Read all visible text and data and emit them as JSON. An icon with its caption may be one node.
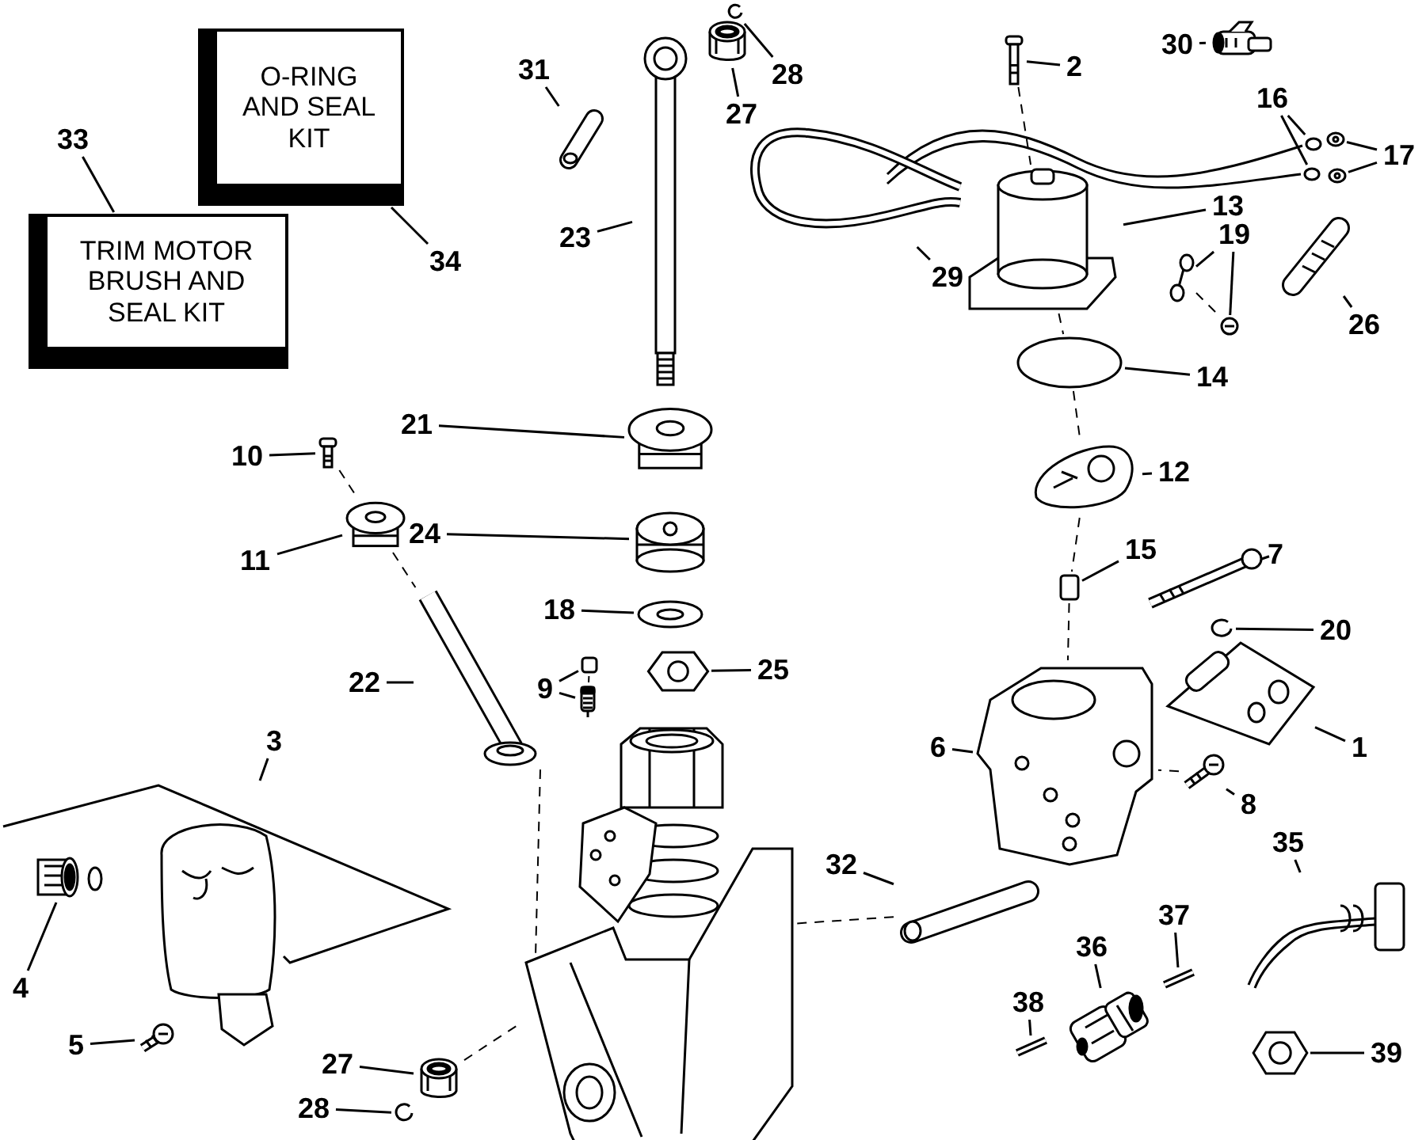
{
  "diagram": {
    "nodes": [
      {
        "text": [
          "O-RING AND SEAL KIT"
        ]
      },
      {
        "text": [
          "34"
        ]
      },
      {
        "text": [
          "33"
        ]
      },
      {
        "text": [
          "TRIM MOTOR BRUSH AND SEAL KIT"
        ]
      },
      {
        "text": [
          "31"
        ]
      },
      {
        "text": [],
        "shape": "picture"
      },
      {
        "text": [
          "23"
        ]
      },
      {
        "text": [],
        "shape": "picture"
      },
      {
        "text": [
          "27"
        ]
      },
      {
        "text": [],
        "shape": "picture"
      },
      {
        "text": [
          "28"
        ]
      },
      {
        "text": [],
        "shape": "picture"
      },
      {
        "text": [
          "2"
        ]
      },
      {
        "text": [],
        "shape": "picture"
      },
      {
        "text": [
          "30"
        ]
      },
      {
        "text": [],
        "shape": "picture"
      },
      {
        "text": [
          "16"
        ]
      },
      {
        "text": [],
        "shape": "circle"
      },
      {
        "text": [],
        "shape": "circle"
      },
      {
        "text": [
          "17"
        ]
      },
      {
        "text": [],
        "shape": "picture"
      },
      {
        "text": [],
        "shape": "picture"
      },
      {
        "text": [],
        "shape": "picture"
      },
      {
        "text": [
          "29"
        ]
      },
      {
        "text": [],
        "shape": "picture"
      },
      {
        "text": [
          "13"
        ]
      },
      {
        "text": [
          "19"
        ]
      },
      {
        "text": [],
        "shape": "picture"
      },
      {
        "text": [],
        "shape": "picture"
      },
      {
        "text": [
          "26"
        ]
      },
      {
        "text": [],
        "shape": "picture"
      },
      {
        "text": [
          "14"
        ]
      },
      {
        "text": [],
        "shape": "circle"
      },
      {
        "text": [
          "12"
        ]
      },
      {
        "text": [],
        "shape": "picture"
      },
      {
        "text": [
          "21"
        ]
      },
      {
        "text": [],
        "shape": "picture"
      },
      {
        "text": [
          "10"
        ]
      },
      {
        "text": [],
        "shape": "picture"
      },
      {
        "text": [
          "11"
        ]
      },
      {
        "text": [],
        "shape": "picture"
      },
      {
        "text": [
          "15"
        ]
      },
      {
        "text": [],
        "shape": "box"
      },
      {
        "text": [
          "7"
        ]
      },
      {
        "text": [],
        "shape": "picture"
      },
      {
        "text": [
          "24"
        ]
      },
      {
        "text": [],
        "shape": "picture"
      },
      {
        "text": [
          "18"
        ]
      },
      {
        "text": [],
        "shape": "picture"
      },
      {
        "text": [
          "20"
        ]
      },
      {
        "text": [],
        "shape": "picture"
      },
      {
        "text": [
          "25"
        ]
      },
      {
        "text": [],
        "shape": "picture"
      },
      {
        "text": [
          "9"
        ]
      },
      {
        "text": [],
        "shape": "box"
      },
      {
        "text": [],
        "shape": "picture"
      },
      {
        "text": [
          "22"
        ]
      },
      {
        "text": [],
        "shape": "picture"
      },
      {
        "text": [
          "1"
        ]
      },
      {
        "text": [],
        "shape": "picture"
      },
      {
        "text": [
          "6"
        ]
      },
      {
        "text": [],
        "shape": "picture"
      },
      {
        "text": [
          "8"
        ]
      },
      {
        "text": [],
        "shape": "picture"
      },
      {
        "text": [
          "3"
        ]
      },
      {
        "text": [],
        "shape": "picture"
      },
      {
        "text": [
          "4"
        ]
      },
      {
        "text": [],
        "shape": "picture",
        "in": 65
      },
      {
        "text": [
          "32"
        ]
      },
      {
        "text": [],
        "shape": "picture"
      },
      {
        "text": [
          "5"
        ]
      },
      {
        "text": [],
        "shape": "picture"
      },
      {
        "text": [
          "27"
        ]
      },
      {
        "text": [],
        "shape": "picture"
      },
      {
        "text": [
          "28"
        ]
      },
      {
        "text": [],
        "shape": "picture"
      },
      {
        "text": [
          "35"
        ]
      },
      {
        "text": [],
        "shape": "picture"
      },
      {
        "text": [
          "37"
        ]
      },
      {
        "text": [],
        "shape": "picture"
      },
      {
        "text": [
          "36"
        ]
      },
      {
        "text": [],
        "shape": "picture"
      },
      {
        "text": [
          "38"
        ]
      },
      {
        "text": [],
        "shape": "picture"
      },
      {
        "text": [
          "39"
        ]
      },
      {
        "text": [],
        "shape": "picture"
      },
      {
        "text": [],
        "shape": "picture"
      }
    ],
    "edges": [
      {
        "from": 1,
        "to": 0,
        "arrow": "none"
      },
      {
        "from": 2,
        "to": 3,
        "arrow": "none"
      },
      {
        "from": 4,
        "to": 5,
        "arrow": "none"
      },
      {
        "from": 6,
        "to": 7,
        "arrow": "none"
      },
      {
        "from": 8,
        "to": 9,
        "arrow": "none"
      },
      {
        "from": 10,
        "to": 11,
        "arrow": "none"
      },
      {
        "from": 12,
        "to": 13,
        "arrow": "none"
      },
      {
        "from": 14,
        "to": 15,
        "arrow": "none"
      },
      {
        "from": 16,
        "to": 17,
        "arrow": "none"
      },
      {
        "from": 16,
        "to": 18,
        "arrow": "none"
      },
      {
        "from": 19,
        "to": 20,
        "arrow": "none"
      },
      {
        "from": 19,
        "to": 21,
        "arrow": "none"
      },
      {
        "from": 23,
        "to": 22,
        "arrow": "none"
      },
      {
        "from": 25,
        "to": 24,
        "arrow": "none"
      },
      {
        "from": 26,
        "to": 27,
        "arrow": "none"
      },
      {
        "from": 26,
        "to": 28,
        "arrow": "none"
      },
      {
        "from": 29,
        "to": 30,
        "arrow": "none"
      },
      {
        "from": 31,
        "to": 32,
        "arrow": "none"
      },
      {
        "from": 33,
        "to": 34,
        "arrow": "none"
      },
      {
        "from": 35,
        "to": 36,
        "arrow": "none"
      },
      {
        "from": 37,
        "to": 38,
        "arrow": "none"
      },
      {
        "from": 39,
        "to": 40,
        "arrow": "none"
      },
      {
        "from": 41,
        "to": 42,
        "arrow": "none"
      },
      {
        "from": 43,
        "to": 44,
        "arrow": "none"
      },
      {
        "from": 45,
        "to": 46,
        "arrow": "none"
      },
      {
        "from": 47,
        "to": 48,
        "arrow": "none"
      },
      {
        "from": 49,
        "to": 50,
        "arrow": "none"
      },
      {
        "from": 51,
        "to": 52,
        "arrow": "none"
      },
      {
        "from": 53,
        "to": 54,
        "arrow": "none"
      },
      {
        "from": 53,
        "to": 55,
        "arrow": "none"
      },
      {
        "from": 56,
        "to": 57,
        "arrow": "none"
      },
      {
        "from": 58,
        "to": 59,
        "arrow": "none"
      },
      {
        "from": 60,
        "to": 61,
        "arrow": "none"
      },
      {
        "from": 62,
        "to": 63,
        "arrow": "none"
      },
      {
        "from": 64,
        "to": 65,
        "arrow": "none"
      },
      {
        "from": 66,
        "to": 67,
        "arrow": "none"
      },
      {
        "from": 68,
        "to": 69,
        "arrow": "none"
      },
      {
        "from": 70,
        "to": 71,
        "arrow": "none"
      },
      {
        "from": 72,
        "to": 73,
        "arrow": "none"
      },
      {
        "from": 74,
        "to": 75,
        "arrow": "none"
      },
      {
        "from": 76,
        "to": 77,
        "arrow": "none"
      },
      {
        "from": 78,
        "to": 79,
        "arrow": "none"
      },
      {
        "from": 80,
        "to": 81,
        "arrow": "none"
      },
      {
        "from": 82,
        "to": 83,
        "arrow": "none"
      },
      {
        "from": 84,
        "to": 85,
        "arrow": "none"
      },
      {
        "from": 13,
        "to": 24,
        "arrow": "none",
        "style": "dashed"
      },
      {
        "from": 24,
        "to": 32,
        "arrow": "none",
        "style": "dashed"
      },
      {
        "from": 32,
        "to": 34,
        "arrow": "none",
        "style": "dashed"
      },
      {
        "from": 34,
        "to": 42,
        "arrow": "none",
        "style": "dashed"
      },
      {
        "from": 42,
        "to": 61,
        "arrow": "none",
        "style": "dashed"
      },
      {
        "from": 27,
        "to": 28,
        "arrow": "none",
        "style": "dashed"
      },
      {
        "from": 38,
        "to": 40,
        "arrow": "none",
        "style": "dashed"
      },
      {
        "from": 40,
        "to": 57,
        "arrow": "none",
        "style": "dashed"
      },
      {
        "from": 57,
        "to": 86,
        "arrow": "none",
        "style": "dashed"
      },
      {
        "from": 69,
        "to": 86,
        "arrow": "none",
        "style": "dashed"
      },
      {
        "from": 73,
        "to": 86,
        "arrow": "none",
        "style": "dashed"
      },
      {
        "from": 63,
        "to": 61,
        "arrow": "none",
        "style": "dashed"
      },
      {
        "from": 54,
        "to": 55,
        "arrow": "none",
        "style": "dashed"
      }
    ]
  }
}
